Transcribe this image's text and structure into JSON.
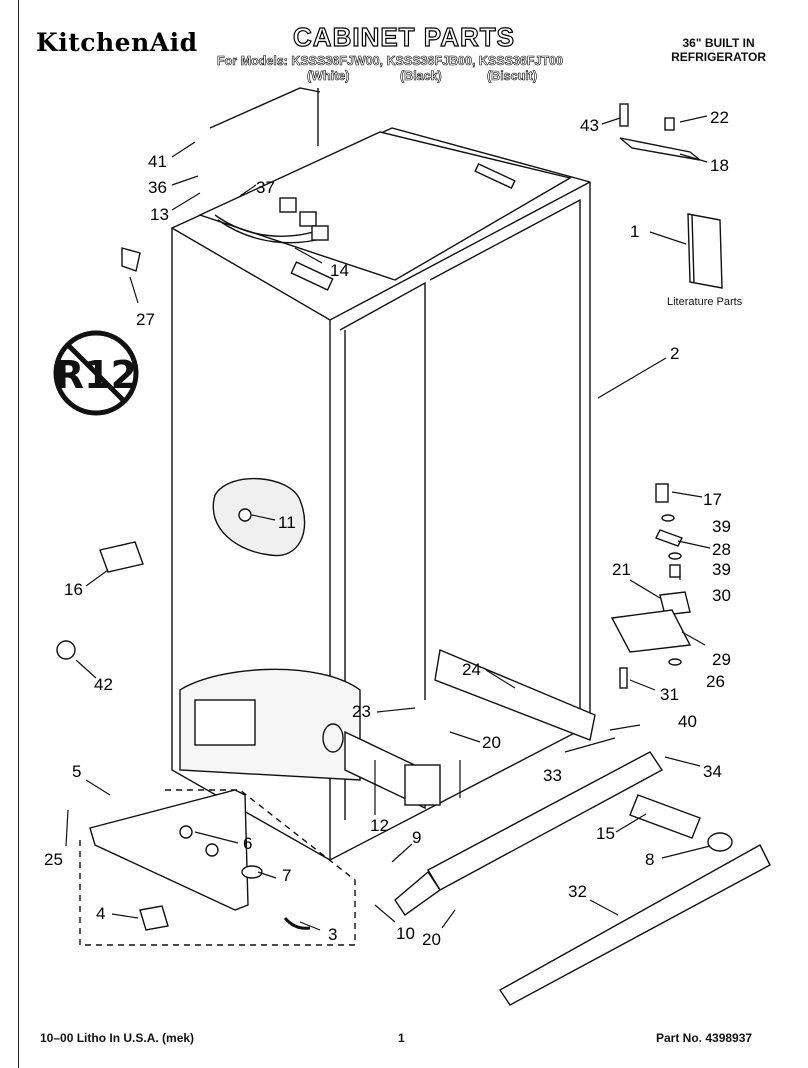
{
  "header": {
    "brand": "KitchenAid",
    "title": "CABINET PARTS",
    "models_line": "For Models: KSSS36FJW00, KSSS36FJB00, KSSS36FJT00",
    "colors": [
      "(White)",
      "(Black)",
      "(Biscuit)"
    ],
    "model_type": [
      "36\" BUILT IN",
      "REFRIGERATOR"
    ]
  },
  "callouts": [
    "41",
    "36",
    "37",
    "13",
    "14",
    "27",
    "43",
    "22",
    "18",
    "1",
    "2",
    "11",
    "16",
    "42",
    "17",
    "39",
    "28",
    "39",
    "30",
    "21",
    "29",
    "26",
    "31",
    "24",
    "23",
    "20",
    "40",
    "33",
    "34",
    "5",
    "25",
    "6",
    "7",
    "4",
    "3",
    "12",
    "9",
    "10",
    "20",
    "15",
    "8",
    "32"
  ],
  "literature_label": "Literature Parts",
  "r12_symbol": "R12",
  "footer": {
    "left": "10–00 Litho In U.S.A. (mek)",
    "page": "1",
    "part_no": "Part No. 4398937"
  }
}
